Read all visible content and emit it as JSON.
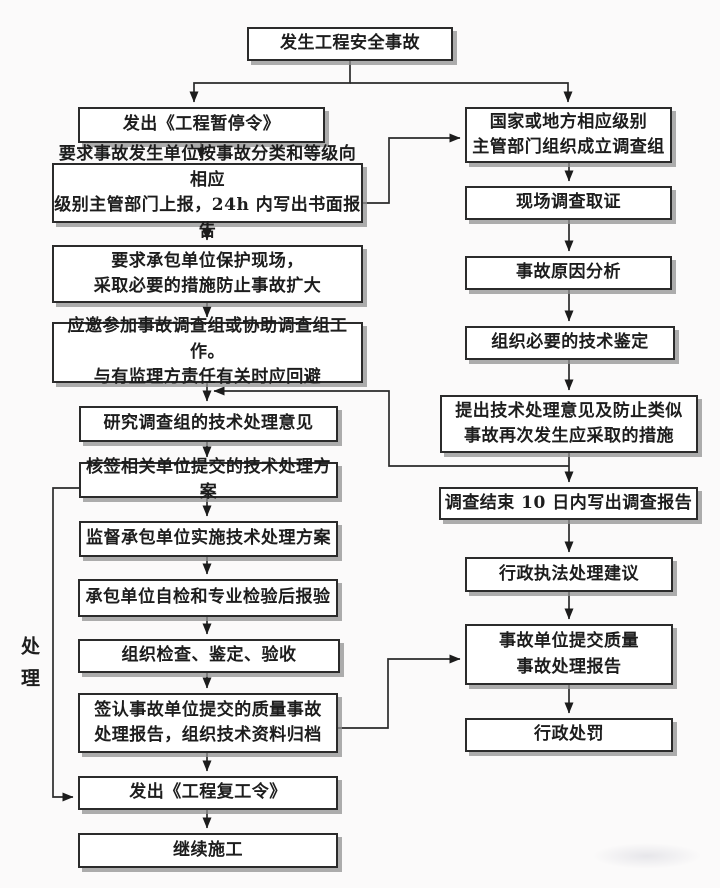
{
  "canvas": {
    "background_color": "#fbfafa",
    "box_fill_color": "#ffffff",
    "line_color": "#2b2b2b",
    "shadow_color": "#919191",
    "text_color": "#1d1d1d"
  },
  "phase_label": "处理",
  "nodes": {
    "a0": "发生工程安全事故",
    "a1": "发出《工程暂停令》",
    "a2": "要求事故发生单位按事故分类和等级向相应\n级别主管部门上报，24h 内写出书面报告",
    "a3": "要求承包单位保护现场，\n采取必要的措施防止事故扩大",
    "a4": "应邀参加事故调查组或协助调查组工作。\n与有监理方责任有关时应回避",
    "a5": "研究调查组的技术处理意见",
    "a6": "核签相关单位提交的技术处理方案",
    "a7": "监督承包单位实施技术处理方案",
    "a8": "承包单位自检和专业检验后报验",
    "a9": "组织检查、鉴定、验收",
    "a10": "签认事故单位提交的质量事故\n处理报告，组织技术资料归档",
    "a11": "发出《工程复工令》",
    "a12": "继续施工",
    "b0": "国家或地方相应级别\n主管部门组织成立调查组",
    "b1": "现场调查取证",
    "b2": "事故原因分析",
    "b3": "组织必要的技术鉴定",
    "b4": "提出技术处理意见及防止类似\n事故再次发生应采取的措施",
    "b5": "调查结束 10 日内写出调查报告",
    "b6": "行政执法处理建议",
    "b7": "事故单位提交质量\n事故处理报告",
    "b8": "行政处罚"
  }
}
